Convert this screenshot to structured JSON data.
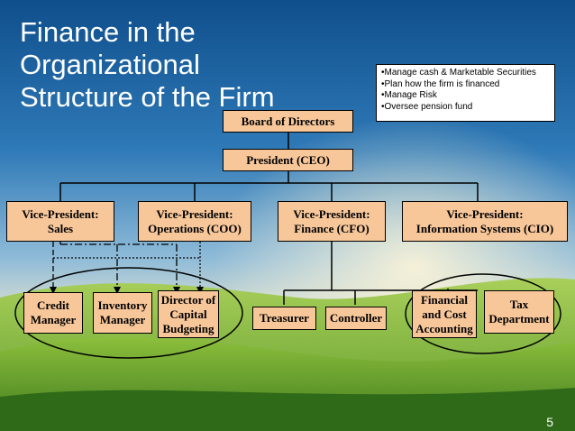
{
  "title": {
    "line1": "Finance in the Organizational",
    "line2": "Structure of the Firm"
  },
  "notes": [
    "•Manage cash & Marketable Securities",
    "•Plan how the firm is financed",
    "•Manage Risk",
    "•Oversee pension fund"
  ],
  "org": {
    "board": "Board of Directors",
    "president": "President (CEO)",
    "vp_sales": "Vice-President:\nSales",
    "vp_operations": "Vice-President:\nOperations (COO)",
    "vp_finance": "Vice-President:\nFinance (CFO)",
    "vp_is": "Vice-President:\nInformation Systems (CIO)",
    "credit_manager": "Credit\nManager",
    "inventory_manager": "Inventory\nManager",
    "capital_budgeting": "Director of\nCapital\nBudgeting",
    "treasurer": "Treasurer",
    "controller": "Controller",
    "cost_accounting": "Financial\nand Cost\nAccounting",
    "tax": "Tax\nDepartment"
  },
  "page_number": "5",
  "colors": {
    "box_fill": "#f7c79a",
    "sky": "#2a6fa8",
    "grass": "#7fb83a"
  }
}
